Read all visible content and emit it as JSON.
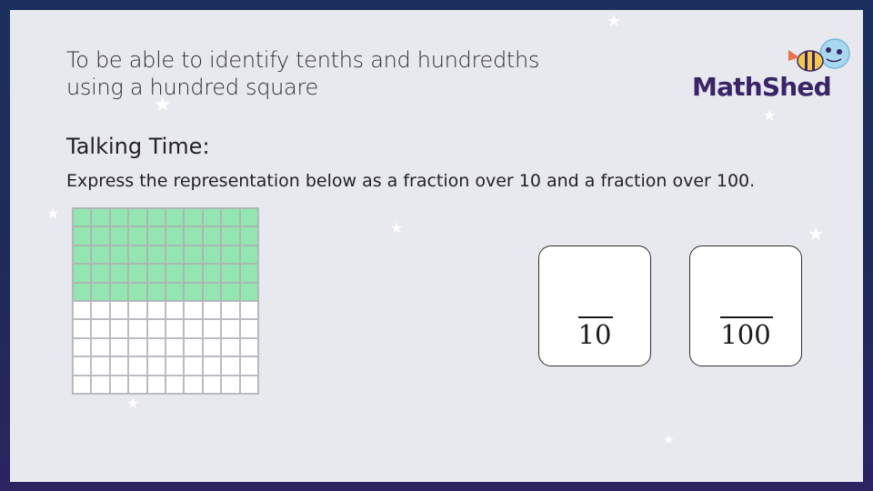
{
  "objective": {
    "line1": "To be able to identify tenths and hundredths",
    "line2": "using a hundred square"
  },
  "logo": {
    "text": "MathShed"
  },
  "heading": "Talking Time:",
  "instruction": "Express the representation below as a fraction over 10 and a fraction over 100.",
  "hundred_square": {
    "rows": 10,
    "columns": 10,
    "shaded_rows": 5,
    "shaded_fraction": 0.5,
    "shade_color": "#93e6b1"
  },
  "fraction_boxes": [
    {
      "denominator": "10"
    },
    {
      "denominator": "100"
    }
  ],
  "colors": {
    "background": "#1d2b5a",
    "panel": "#e8e9ef",
    "logo": "#3a2466"
  }
}
